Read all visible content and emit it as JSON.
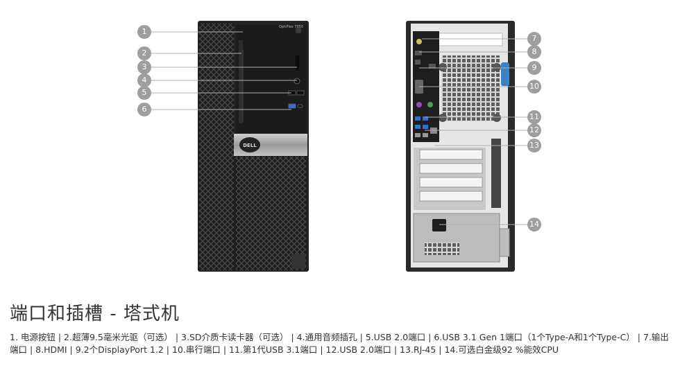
{
  "front": {
    "model_text": "OptiPlex 7050",
    "brand_logo_text": "DELL"
  },
  "callouts": [
    "1",
    "2",
    "3",
    "4",
    "5",
    "6",
    "7",
    "8",
    "9",
    "10",
    "11",
    "12",
    "13",
    "14"
  ],
  "section": {
    "title": "端口和插槽 - 塔式机",
    "description": "1. 电源按钮 | 2.超薄9.5毫米光驱（可选） | 3.SD介质卡读卡器（可选） | 4.通用音频插孔 | 5.USB 2.0端口 | 6.USB 3.1 Gen 1端口（1个Type-A和1个Type-C） | 7.输出端口 | 8.HDMI | 9.2个DisplayPort 1.2 | 10.串行端口 | 11.第1代USB 3.1端口 | 12.USB 2.0端口 | 13.RJ-45 | 14.可选白金级92 %能效CPU"
  },
  "colors": {
    "chassis": "#2a2a2a",
    "callout": "#9e9e9e",
    "usb3": "#2f6fd6",
    "latch": "#3b82c4"
  }
}
